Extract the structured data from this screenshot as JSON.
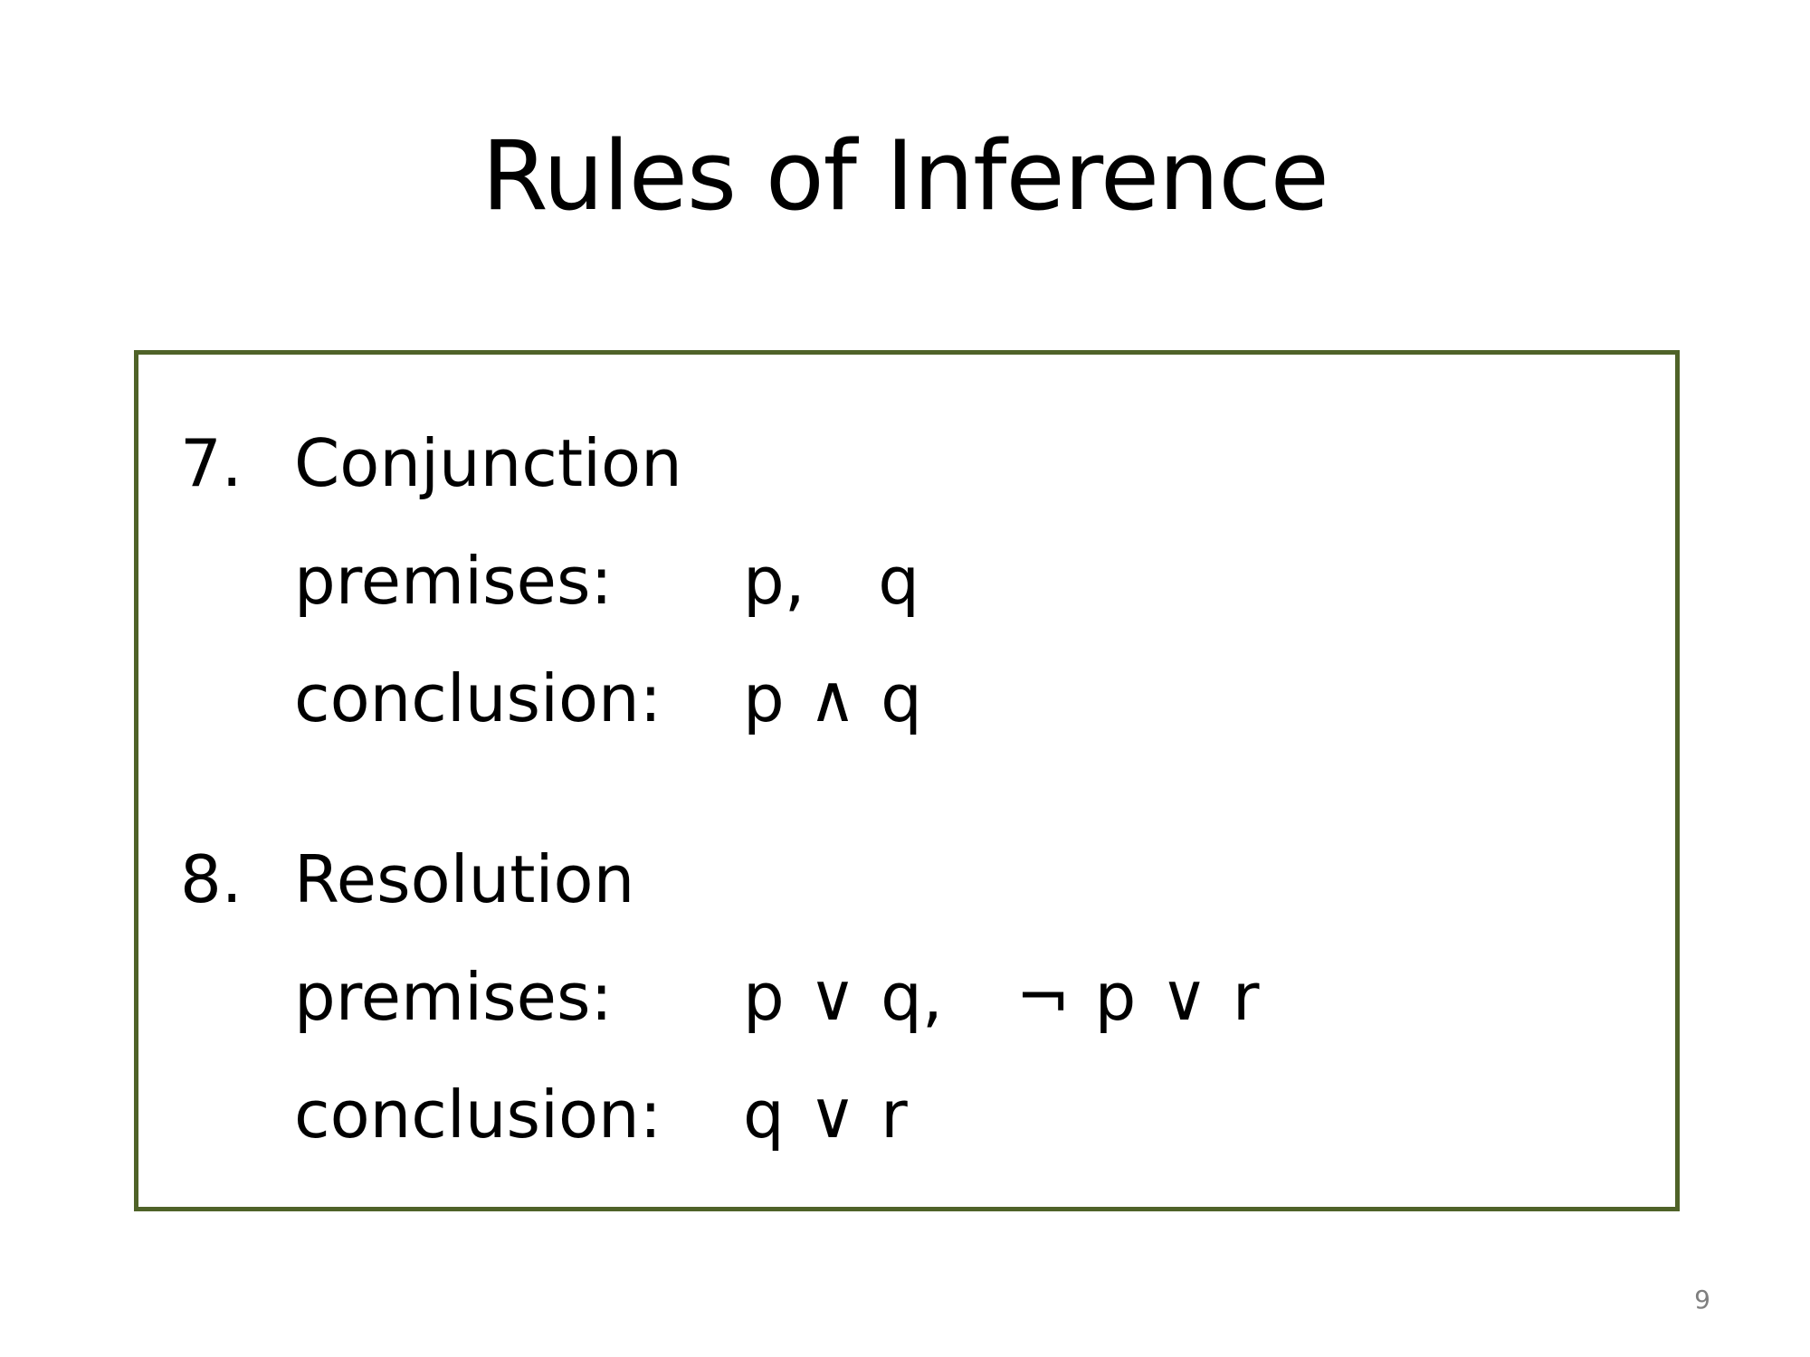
{
  "slide": {
    "title": "Rules of Inference",
    "page_number": "9",
    "border_color": "#4f6228"
  },
  "rules": [
    {
      "number": "7.",
      "name": "Conjunction",
      "premises_label": "premises:",
      "premises_value": "p,   q",
      "conclusion_label": "conclusion:",
      "conclusion_value": "p ∧ q"
    },
    {
      "number": "8.",
      "name": "Resolution",
      "premises_label": "premises:",
      "premises_value": "p ∨ q,   ¬ p ∨ r",
      "conclusion_label": "conclusion:",
      "conclusion_value": "q ∨ r"
    }
  ]
}
